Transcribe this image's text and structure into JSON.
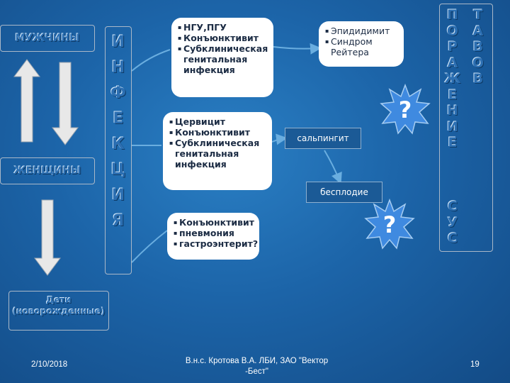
{
  "left": {
    "men": "МУЖЧИНЫ",
    "women": "ЖЕНЩИНЫ",
    "kids": "Дети (новорожденные)"
  },
  "infection_word": [
    "И",
    "Н",
    "Ф",
    "Е",
    "К",
    "Ц",
    "И",
    "Я"
  ],
  "bubbles": {
    "men_items": [
      "НГУ,ПГУ",
      "Конъюнктивит",
      "Субклиническая генитальная инфекция"
    ],
    "complications": [
      "Эпидидимит",
      "Синдром Рейтера"
    ],
    "women_items": [
      "Цервицит",
      "Конъюнктивит",
      "Субклиническая генитальная инфекция"
    ],
    "child_items": [
      "Конъюнктивит",
      "пневмония",
      "гастроэнтерит?"
    ]
  },
  "labels": {
    "salpingitis": "сальпингит",
    "infertility": "бесплодие"
  },
  "question_mark": "?",
  "right_words": {
    "damage": [
      "П",
      "О",
      "Р",
      "А",
      "Ж",
      "Е",
      "Н",
      "И",
      "Е"
    ],
    "joints": [
      "С",
      "У",
      "С"
    ],
    "bones": [
      "Т",
      "А",
      "В",
      "О",
      "В"
    ]
  },
  "footer": {
    "date": "2/10/2018",
    "author": "В.н.с. Кротова В.А. ЛБИ, ЗАО \"Вектор -Бест\"",
    "page": "19"
  },
  "colors": {
    "background": "#1c64a8",
    "arrow": "#e8e8e8",
    "starburst": "#3f8ae0",
    "question": "#ffffff"
  }
}
